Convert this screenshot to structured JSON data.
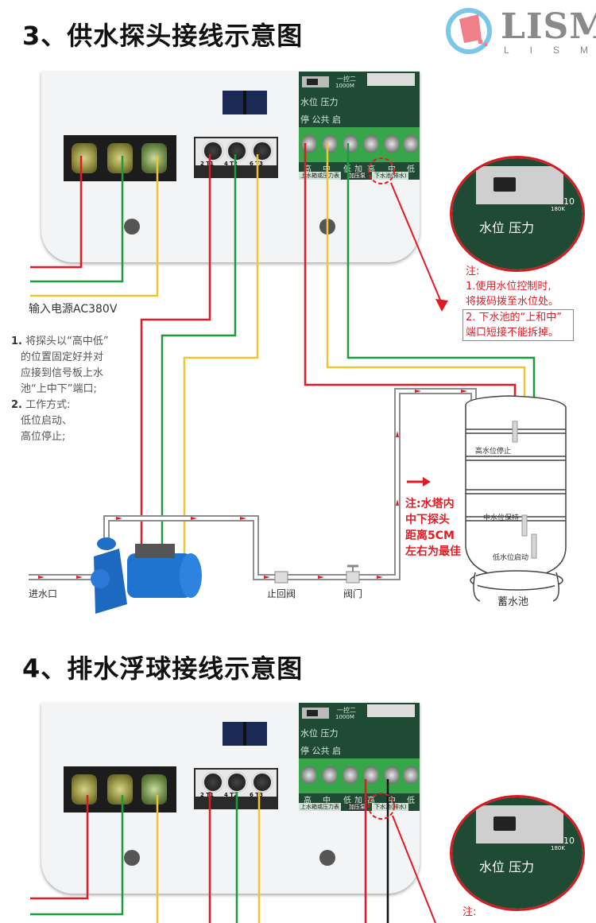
{
  "logo": {
    "main": "LISM",
    "sub": "LISM"
  },
  "section3": {
    "title": "3、供水探头接线示意图",
    "pcb": {
      "switch_labels": "水位 压力",
      "top_text": "一控二",
      "resistance": "1000M",
      "row_label": "停 公共 启",
      "terminal_labels": [
        "高",
        "中",
        "低",
        "加",
        "高",
        "中",
        "低"
      ],
      "bottom_label_left": "上水箱或压力表",
      "bottom_label_mid": "加压泵",
      "bottom_label_right": "下水池(排水)"
    },
    "contactor_labels": [
      "2 T1",
      "4 T2",
      "6 T3"
    ],
    "power_label": "输入电源AC380V",
    "instructions": [
      {
        "num": "1.",
        "lines": [
          "将探头以“高中低”",
          "的位置固定好并对",
          "应接到信号板上水",
          "池“上中下”端口;"
        ]
      },
      {
        "num": "2.",
        "lines": [
          "工作方式:",
          "低位启动、",
          "高位停止;"
        ]
      }
    ],
    "magnifier": {
      "switch_text": "水位 压力",
      "resistor": "180K",
      "num": "10"
    },
    "notes": {
      "title": "注:",
      "line1a": "1.使用水位控制时,",
      "line1b": "将拨码拨至水位处。",
      "line2a": "2. 下水池的“上和中”",
      "line2b": "端口短接不能拆掉。"
    },
    "tower_note": [
      "注:水塔内",
      "中下探头",
      "距离5CM",
      "左右为最佳"
    ],
    "tank": {
      "high": "高水位停止",
      "mid": "中水位保持",
      "low": "低水位启动",
      "name": "蓄水池"
    },
    "pipe_labels": {
      "inlet": "进水口",
      "check_valve": "止回阀",
      "valve": "阀门"
    }
  },
  "section4": {
    "title": "4、排水浮球接线示意图",
    "note_title": "注:"
  },
  "colors": {
    "red": "#e01b24",
    "green": "#1a9b3c",
    "yellow": "#f2c530",
    "black": "#111111",
    "pipe": "#8e8e8e"
  }
}
